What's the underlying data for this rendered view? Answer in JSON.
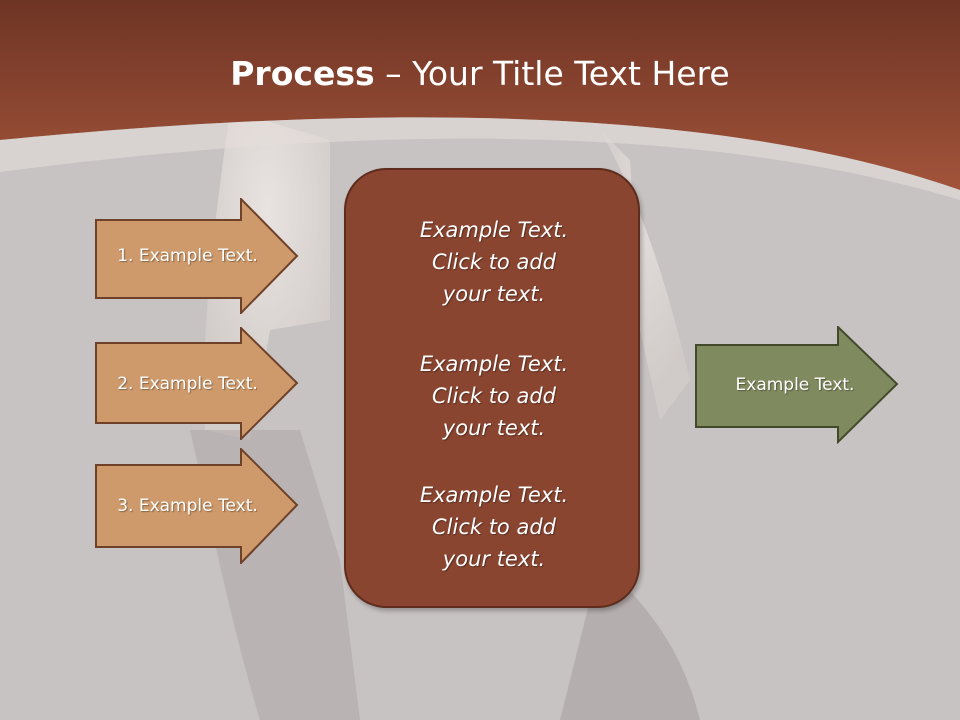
{
  "slide": {
    "title_bold": "Process",
    "title_rest": " – Your Title Text Here"
  },
  "inputs": [
    {
      "label": "1. Example Text."
    },
    {
      "label": "2. Example Text."
    },
    {
      "label": "3. Example Text."
    }
  ],
  "center_blocks": [
    {
      "line1": "Example Text.",
      "line2": "Click  to add",
      "line3": "your text."
    },
    {
      "line1": "Example Text.",
      "line2": "Click  to add",
      "line3": "your text."
    },
    {
      "line1": "Example Text.",
      "line2": "Click  to add",
      "line3": "your text."
    }
  ],
  "output": {
    "label": "Example Text."
  },
  "colors": {
    "header_brown": "#8b4633",
    "input_arrow_fill": "#cf9a6b",
    "center_box_fill": "#8a4530",
    "output_arrow_fill": "#808a5f",
    "background_gray": "#c8c3c3"
  }
}
